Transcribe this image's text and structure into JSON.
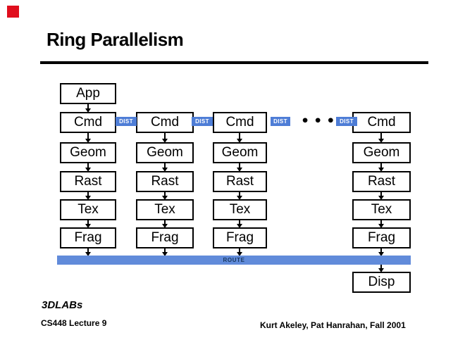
{
  "slide": {
    "title": "Ring Parallelism",
    "footer_left_logo": "3DLABs",
    "footer_left": "CS448 Lecture 9",
    "footer_right": "Kurt Akeley, Pat Hanrahan, Fall 2001"
  },
  "diagram": {
    "dist_label": "DIST",
    "route_label": "ROUTE",
    "ellipsis": "•••",
    "columns": [
      {
        "stages": [
          "App",
          "Cmd",
          "Geom",
          "Rast",
          "Tex",
          "Frag"
        ]
      },
      {
        "stages": [
          "Cmd",
          "Geom",
          "Rast",
          "Tex",
          "Frag"
        ]
      },
      {
        "stages": [
          "Cmd",
          "Geom",
          "Rast",
          "Tex",
          "Frag"
        ]
      },
      {
        "stages": [
          "Cmd",
          "Geom",
          "Rast",
          "Tex",
          "Frag",
          "Disp"
        ]
      }
    ],
    "colors": {
      "accent_red": "#E00E1D",
      "dist_bg": "#4E7DD6",
      "dist_text": "#FFFFFF",
      "route_bar_bg": "#618BDA",
      "route_text": "#17375E",
      "box_border": "#000000"
    }
  }
}
